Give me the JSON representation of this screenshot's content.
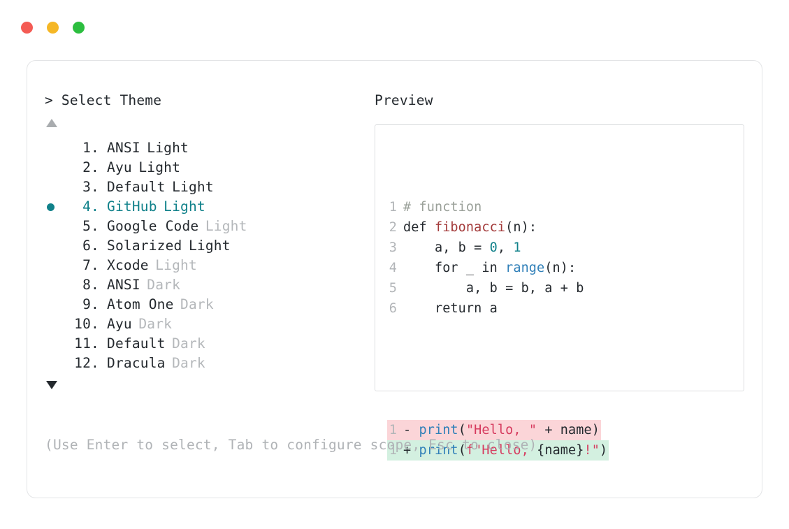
{
  "window": {
    "traffic_lights": [
      {
        "name": "close-button",
        "color": "#f45b54"
      },
      {
        "name": "minimize-button",
        "color": "#f5b726"
      },
      {
        "name": "maximize-button",
        "color": "#2cbe3f"
      }
    ]
  },
  "selector": {
    "caret": ">",
    "title": "Select Theme",
    "scroll_up_indicator": "▲",
    "scroll_down_indicator": "▼",
    "selected_index": 4,
    "selected_marker": "●",
    "accent_color": "#10818a",
    "items": [
      {
        "index": "1.",
        "name": "ANSI",
        "suffix": "Light",
        "suffix_dim": false,
        "selected": false
      },
      {
        "index": "2.",
        "name": "Ayu",
        "suffix": "Light",
        "suffix_dim": false,
        "selected": false
      },
      {
        "index": "3.",
        "name": "Default",
        "suffix": "Light",
        "suffix_dim": false,
        "selected": false
      },
      {
        "index": "4.",
        "name": "GitHub",
        "suffix": "Light",
        "suffix_dim": false,
        "selected": true
      },
      {
        "index": "5.",
        "name": "Google Code",
        "suffix": "Light",
        "suffix_dim": true,
        "selected": false
      },
      {
        "index": "6.",
        "name": "Solarized",
        "suffix": "Light",
        "suffix_dim": false,
        "selected": false
      },
      {
        "index": "7.",
        "name": "Xcode",
        "suffix": "Light",
        "suffix_dim": true,
        "selected": false
      },
      {
        "index": "8.",
        "name": "ANSI",
        "suffix": "Dark",
        "suffix_dim": true,
        "selected": false
      },
      {
        "index": "9.",
        "name": "Atom One",
        "suffix": "Dark",
        "suffix_dim": true,
        "selected": false
      },
      {
        "index": "10.",
        "name": "Ayu",
        "suffix": "Dark",
        "suffix_dim": true,
        "selected": false
      },
      {
        "index": "11.",
        "name": "Default",
        "suffix": "Dark",
        "suffix_dim": true,
        "selected": false
      },
      {
        "index": "12.",
        "name": "Dracula",
        "suffix": "Dark",
        "suffix_dim": true,
        "selected": false
      }
    ]
  },
  "hint": "(Use Enter to select, Tab to configure scope, Esc to close)",
  "preview": {
    "label": "Preview",
    "code_lines": [
      {
        "num": "1",
        "tokens": [
          {
            "t": "# function",
            "c": "comment"
          }
        ]
      },
      {
        "num": "2",
        "tokens": [
          {
            "t": "def ",
            "c": "kw"
          },
          {
            "t": "fibonacci",
            "c": "fn"
          },
          {
            "t": "(n):",
            "c": "punct"
          }
        ]
      },
      {
        "num": "3",
        "tokens": [
          {
            "t": "    a, b = ",
            "c": "plain"
          },
          {
            "t": "0",
            "c": "num"
          },
          {
            "t": ", ",
            "c": "plain"
          },
          {
            "t": "1",
            "c": "num"
          }
        ]
      },
      {
        "num": "4",
        "tokens": [
          {
            "t": "    for _ in ",
            "c": "plain"
          },
          {
            "t": "range",
            "c": "builtin"
          },
          {
            "t": "(n):",
            "c": "punct"
          }
        ]
      },
      {
        "num": "5",
        "tokens": [
          {
            "t": "        a, b = b, a + b",
            "c": "plain"
          }
        ]
      },
      {
        "num": "6",
        "tokens": [
          {
            "t": "    return a",
            "c": "plain"
          }
        ]
      }
    ],
    "diff_lines": [
      {
        "num": "1",
        "kind": "minus",
        "marker": "-",
        "bg": "#fbd5d8",
        "tokens": [
          {
            "t": "print",
            "c": "builtin"
          },
          {
            "t": "(",
            "c": "punct"
          },
          {
            "t": "\"Hello, \"",
            "c": "str"
          },
          {
            "t": " + name",
            "c": "plain"
          },
          {
            "t": ")",
            "c": "punct"
          }
        ]
      },
      {
        "num": "1",
        "kind": "plus",
        "marker": "+",
        "bg": "#d3f0e0",
        "tokens": [
          {
            "t": "print",
            "c": "builtin"
          },
          {
            "t": "(",
            "c": "punct"
          },
          {
            "t": "f\"Hello, ",
            "c": "str"
          },
          {
            "t": "{name}",
            "c": "plain"
          },
          {
            "t": "!\"",
            "c": "str"
          },
          {
            "t": ")",
            "c": "punct"
          }
        ]
      }
    ]
  }
}
